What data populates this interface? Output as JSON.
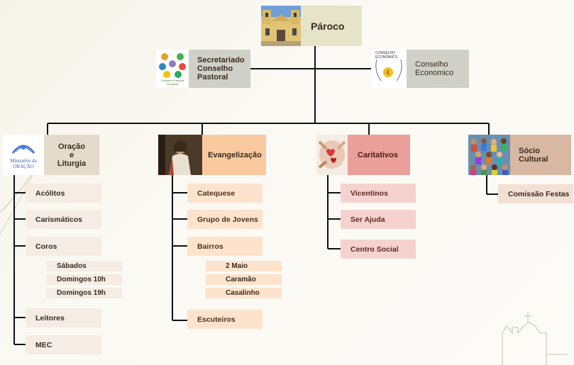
{
  "root": {
    "label": "Pároco"
  },
  "staff": [
    {
      "label": "Secretariado\nConselho\nPastoral",
      "logo_caption": "Conselho Pastoral\nParoquial"
    },
    {
      "label": "Conselho\nEconomico",
      "logo_caption": "CONSELHO\nECONÓMICO"
    }
  ],
  "groups": [
    {
      "label": "Oração\ne\nLiturgia",
      "logo_caption": "Ministério da\nORAÇÃO",
      "children": [
        {
          "label": "Acólitos"
        },
        {
          "label": "Carismáticos"
        },
        {
          "label": "Coros",
          "children": [
            "Sábados",
            "Domingos 10h",
            "Domingos 19h"
          ]
        },
        {
          "label": "Leitores"
        },
        {
          "label": "MEC"
        }
      ]
    },
    {
      "label": "Evangelização",
      "children": [
        {
          "label": "Catequese"
        },
        {
          "label": "Grupo de Jovens"
        },
        {
          "label": "Bairros",
          "children": [
            "2 Maio",
            "Caramão",
            "Casalinho"
          ]
        },
        {
          "label": "Escuteiros"
        }
      ]
    },
    {
      "label": "Caritativos",
      "children": [
        {
          "label": "Vicentinos"
        },
        {
          "label": "Ser Ajuda"
        },
        {
          "label": "Centro Social"
        }
      ]
    },
    {
      "label": "Sócio Cultural",
      "children": [
        {
          "label": "Comissão Festas"
        }
      ]
    }
  ],
  "colors": {
    "line": "#111111",
    "oracao": "#e3dccc",
    "evangelizacao": "#f9caa0",
    "caritativos": "#ea9f99",
    "socio": "#d8b8a2"
  }
}
